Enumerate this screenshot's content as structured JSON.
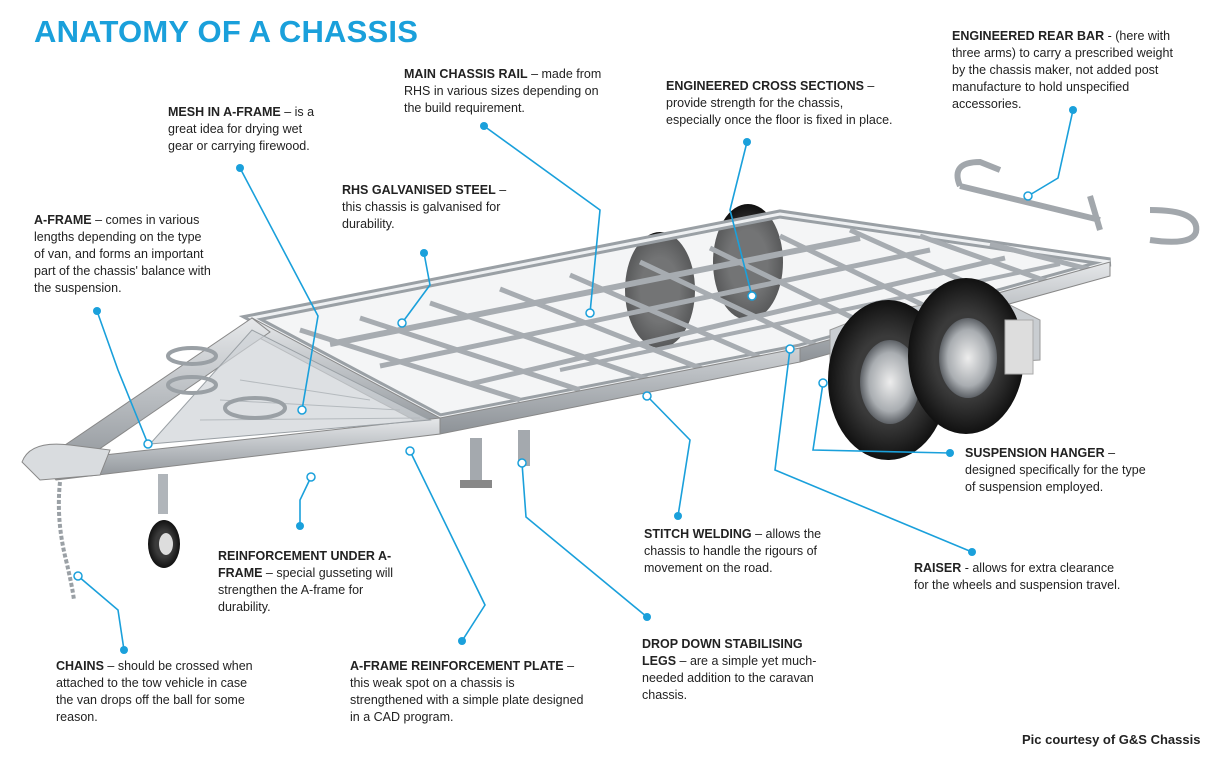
{
  "title": "ANATOMY OF A CHASSIS",
  "credit": "Pic courtesy of G&S Chassis",
  "accent_color": "#1aa0db",
  "callouts": {
    "main_rail": {
      "head": "MAIN CHASSIS RAIL",
      "body": " – made from RHS in various sizes depending on the build requirement."
    },
    "cross_sections": {
      "head": "ENGINEERED CROSS SECTIONS",
      "body": " – provide strength for the chassis, especially once the floor is fixed in place."
    },
    "rear_bar": {
      "head": "ENGINEERED REAR BAR",
      "body": " - (here with three arms) to carry a prescribed weight by the chassis maker, not added post manufacture to hold unspecified accessories."
    },
    "mesh": {
      "head": "MESH IN A-FRAME",
      "body": " – is a great idea for drying wet gear or carrying firewood."
    },
    "galvanised": {
      "head": "RHS GALVANISED STEEL",
      "body": " – this chassis is galvanised for durability."
    },
    "aframe": {
      "head": "A-FRAME",
      "body": " – comes in various lengths depending on the type of van, and forms an important part of the chassis' balance with the suspension."
    },
    "suspension_hanger": {
      "head": "SUSPENSION HANGER",
      "body": " – designed specifically for the type of suspension employed."
    },
    "stitch": {
      "head": "STITCH WELDING",
      "body": " – allows the chassis to handle the rigours of movement on the road."
    },
    "raiser": {
      "head": "RAISER",
      "body": " - allows for extra clearance for the wheels and suspension travel."
    },
    "reinforcement_under": {
      "head": "REINFORCEMENT UNDER A-FRAME",
      "body": " – special gusseting will strengthen the A-frame for durability."
    },
    "drop_legs": {
      "head": "DROP DOWN STABILISING LEGS",
      "body": " – are a simple yet much-needed addition to the caravan chassis."
    },
    "chains": {
      "head": "CHAINS",
      "body": " – should be crossed when attached to the tow vehicle in case the van drops off the ball for some reason."
    },
    "plate": {
      "head": "A-FRAME REINFORCEMENT PLATE",
      "body": " – this weak spot on a chassis is strengthened with a simple plate designed in a CAD program."
    }
  }
}
